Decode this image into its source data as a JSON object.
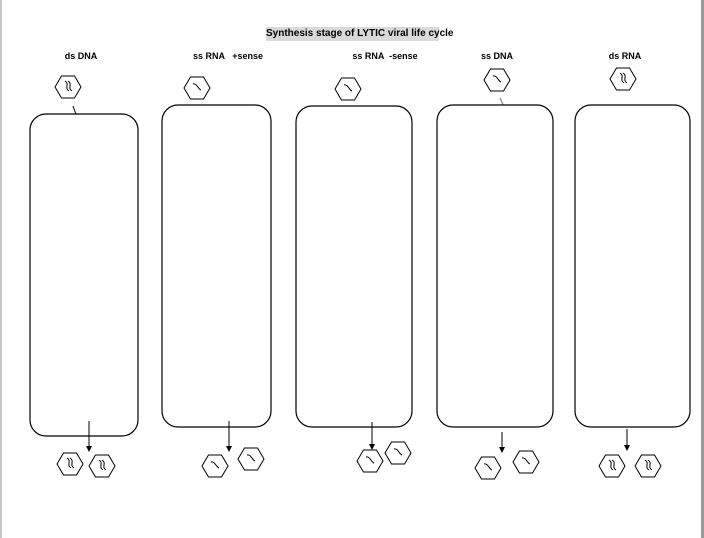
{
  "title": "Synthesis stage of LYTIC  viral life cycle",
  "columns": [
    {
      "label": "ds DNA",
      "genome": "double"
    },
    {
      "label": "ss RNA   +sense",
      "genome": "single"
    },
    {
      "label": "ss RNA  -sense",
      "genome": "single"
    },
    {
      "label": "ss DNA",
      "genome": "single"
    },
    {
      "label": "ds RNA",
      "genome": "double"
    }
  ]
}
